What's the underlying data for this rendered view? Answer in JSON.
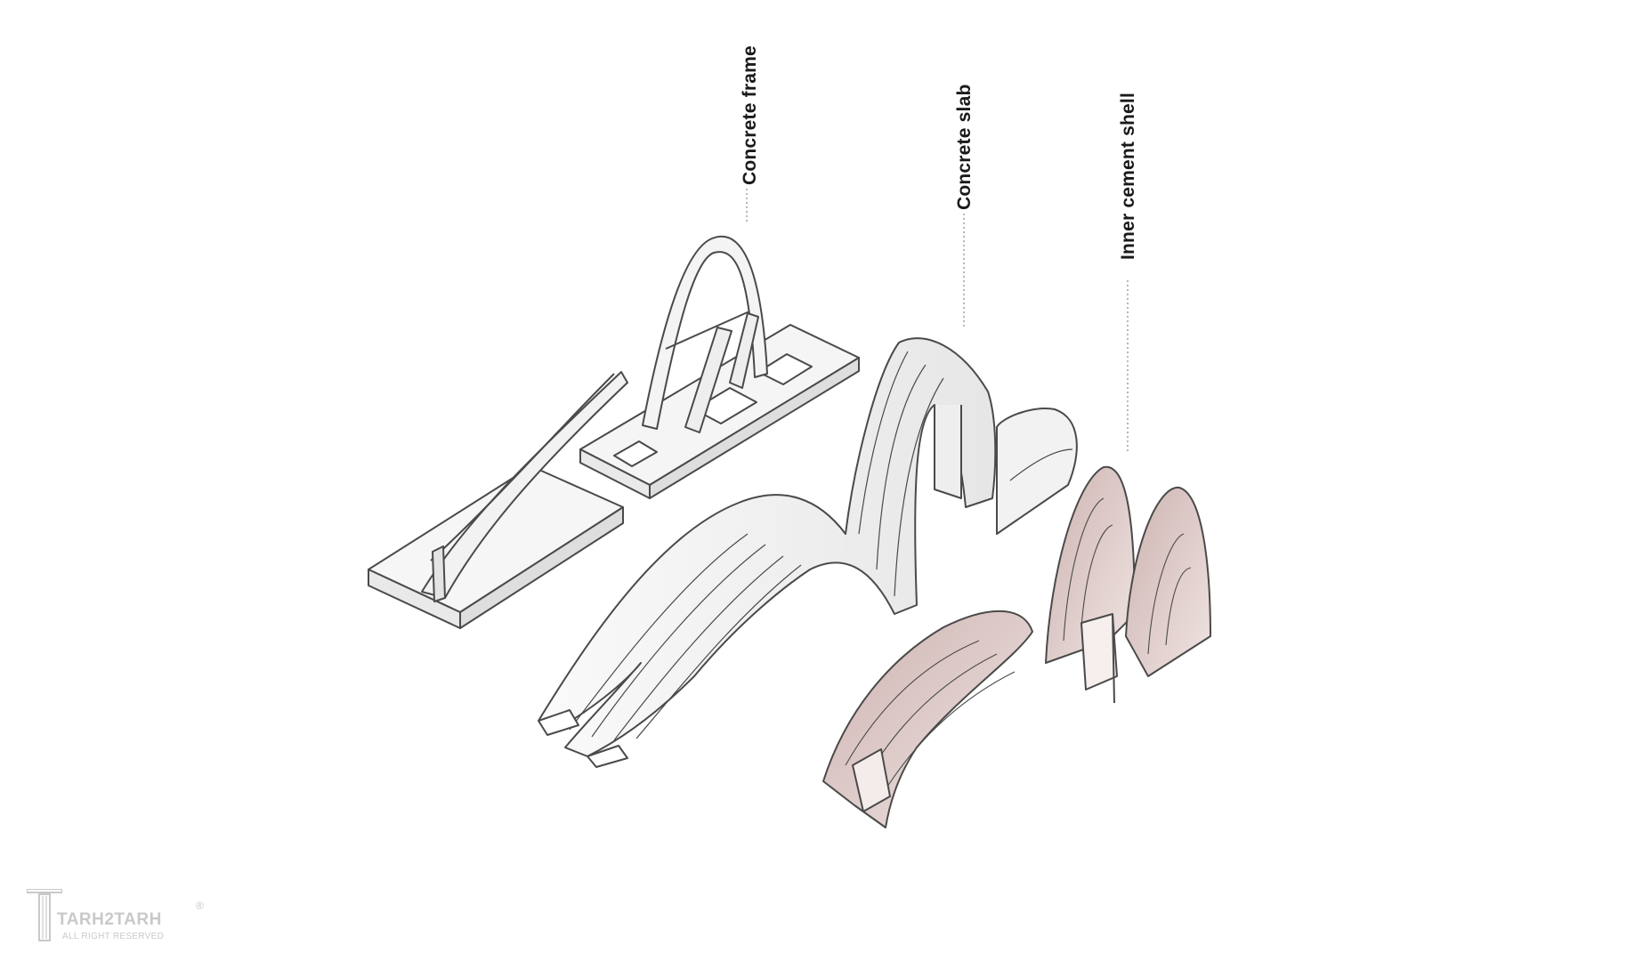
{
  "labels": {
    "concrete_frame": "Concrete frame",
    "concrete_slab": "Concrete slab",
    "inner_cement_shell": "Inner cement shell"
  },
  "watermark": {
    "brand": "TARH2TARH",
    "sub": "ALL RIGHT RESERVED",
    "mark": "®"
  },
  "colors": {
    "stroke": "#4a4a4a",
    "frame_fill": "#f4f4f4",
    "shell_fill": "#d9c5c3",
    "shell_light": "#efe4e2",
    "leader": "#9a9a9a"
  }
}
